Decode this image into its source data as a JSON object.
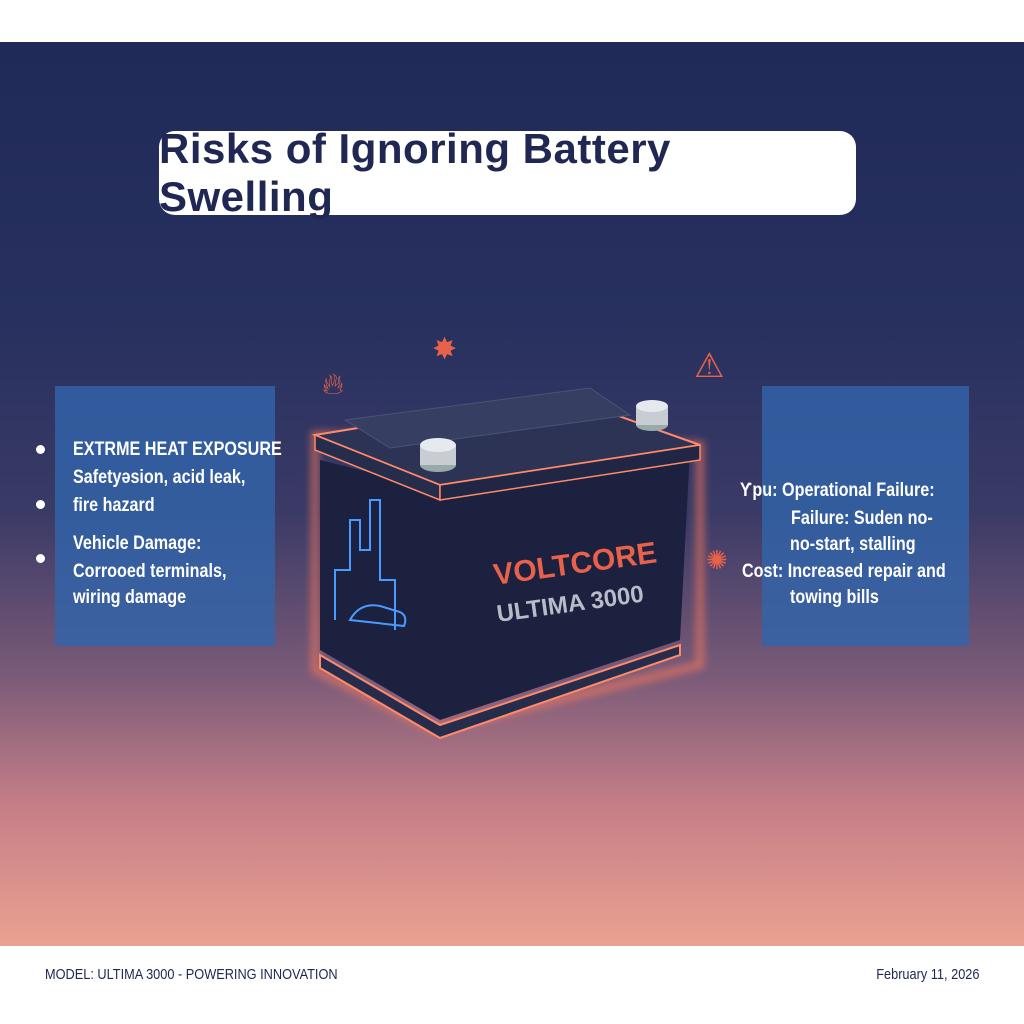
{
  "title": "Risks of Ignoring Battery Swelling",
  "left_panel": {
    "lines": [
      "EXTRME HEAT EXPOSURE",
      "Safetyəsion, acid leak,",
      "fire hazard",
      "Vehicle Damage:",
      "Corrooed terminals,",
      "wiring damage"
    ]
  },
  "right_panel": {
    "lines": [
      "Ƴpu: Operational Failure:",
      "Failure: Suden no-",
      "no-start, stalling",
      "Cost: Increased repair and",
      "towing bills"
    ]
  },
  "battery": {
    "brand": "VOLTCORE",
    "model": "ULTIMA 3000",
    "brand_color": "#e8614a"
  },
  "icons": [
    "fire-icon",
    "explosion-icon",
    "warning-icon",
    "spark-icon"
  ],
  "footer": {
    "left": "MODEL: ULTIMA 3000 - POWERING INNOVATION",
    "right": "February 11, 2026"
  },
  "colors": {
    "background_top": "#202a58",
    "background_bottom": "#eaa190",
    "panel": "#3264aa",
    "title_text": "#1f2752",
    "glow": "#ff7a5a"
  }
}
